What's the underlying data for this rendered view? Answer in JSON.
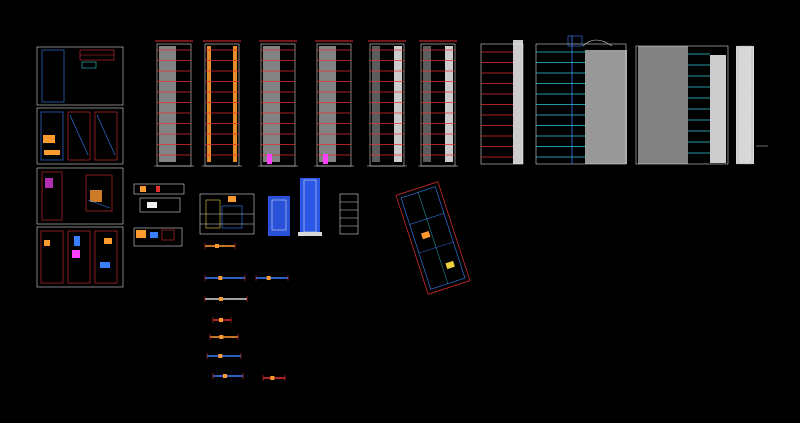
{
  "colors": {
    "background": "#000000",
    "linework": "#d8d8d8",
    "dim_red": "#e03030",
    "annotation_blue": "#3a7fff",
    "grid_cyan": "#30c8d8",
    "accent_orange": "#ff9a30",
    "highlight_magenta": "#ff40ff",
    "fill_gray": "#9a9a9a",
    "fill_white": "#f0f0f0",
    "render_blue": "#3060ff",
    "render_yellow": "#f0d040"
  },
  "sheets": {
    "plans": [
      "plan-site",
      "plan-typical-a",
      "plan-typical-b",
      "plan-units"
    ],
    "sections_row": [
      "section-1",
      "section-2",
      "section-3",
      "section-4",
      "section-5",
      "section-6"
    ],
    "elevations_row": [
      "elevation-front",
      "elevation-side",
      "elevation-rear",
      "elevation-end"
    ],
    "details": [
      "detail-a",
      "detail-b",
      "detail-c",
      "detail-d",
      "detail-e",
      "detail-f",
      "detail-g",
      "detail-h"
    ]
  }
}
